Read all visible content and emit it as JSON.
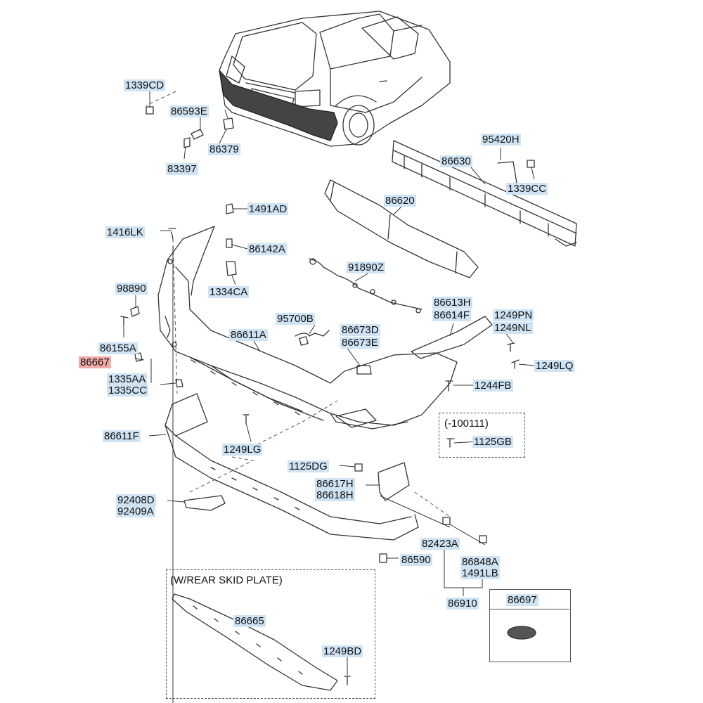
{
  "labels": {
    "p1339CD": "1339CD",
    "p86593E": "86593E",
    "p86379": "86379",
    "p83397": "83397",
    "p95420H": "95420H",
    "p86630": "86630",
    "p1339CC": "1339CC",
    "p86620": "86620",
    "p1491AD": "1491AD",
    "p1416LK": "1416LK",
    "p86142A": "86142A",
    "p91890Z": "91890Z",
    "p98890": "98890",
    "p1334CA": "1334CA",
    "p86613H": "86613H",
    "p86614F": "86614F",
    "p1249PN": "1249PN",
    "p1249NL": "1249NL",
    "p95700B": "95700B",
    "p86673D": "86673D",
    "p86673E": "86673E",
    "p86611A": "86611A",
    "p86155A": "86155A",
    "p86667": "86667",
    "p1249LQ": "1249LQ",
    "p1335AA": "1335AA",
    "p1335CC": "1335CC",
    "p1244FB": "1244FB",
    "p1125GB": "1125GB",
    "p86611F": "86611F",
    "p1249LG": "1249LG",
    "p1125DG": "1125DG",
    "p86617H": "86617H",
    "p86618H": "86618H",
    "p92408D": "92408D",
    "p92409A": "92409A",
    "p82423A": "82423A",
    "p86590": "86590",
    "p86848A": "86848A",
    "p1491LB": "1491LB",
    "p86910": "86910",
    "p86665": "86665",
    "p1249BD": "1249BD",
    "p86697": "86697"
  },
  "notes": {
    "variant": "(-100111)",
    "skid_plate": "(W/REAR SKID PLATE)"
  },
  "colors": {
    "label_bg": "#cfe3f3",
    "highlight_bg": "#f0aaaa",
    "line": "#333333"
  }
}
